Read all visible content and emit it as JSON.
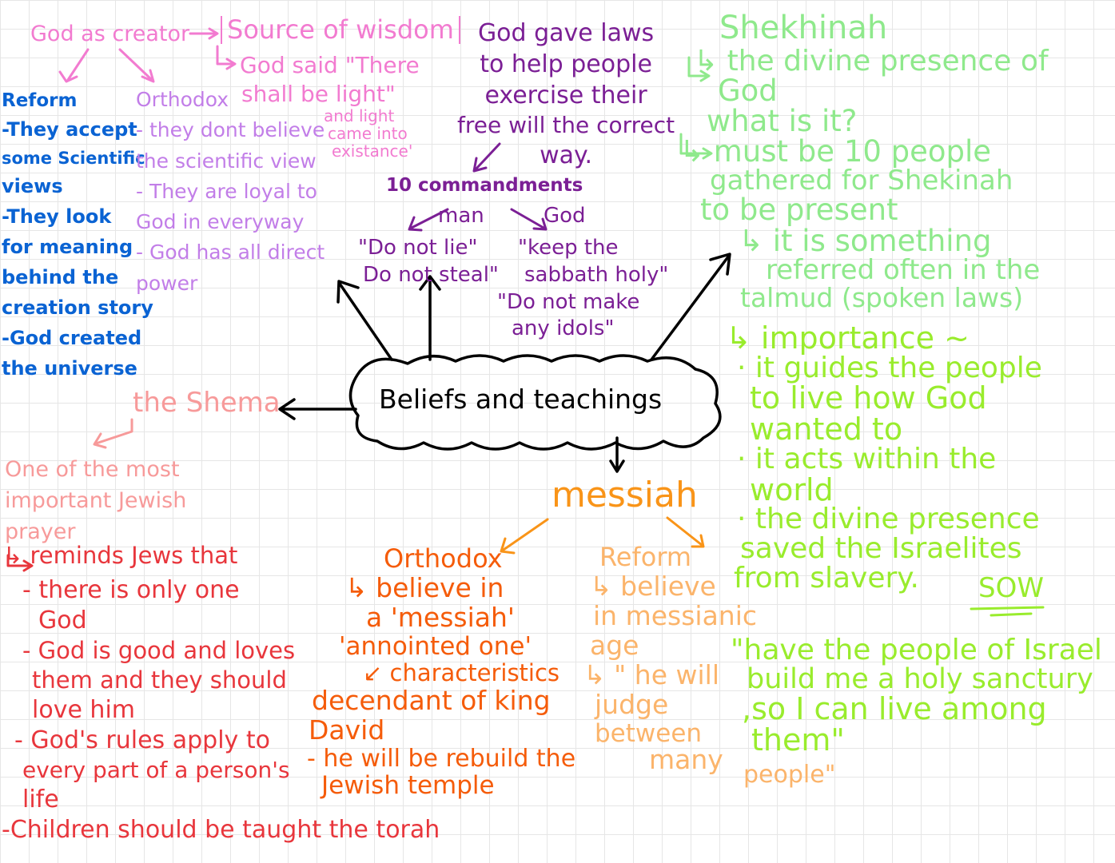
{
  "colors": {
    "pink": "#f27bd0",
    "purple_light": "#c27ee8",
    "purple_dark": "#7b1f95",
    "blue": "#0a63d3",
    "salmon": "#f79a9a",
    "red": "#e8363c",
    "orange_dark": "#f55c0a",
    "orange": "#f99418",
    "orange_light": "#fbb46b",
    "green_light": "#8fe98c",
    "green_lime": "#99ec2d",
    "black": "#000000"
  },
  "center": {
    "label": "Beliefs and teachings"
  },
  "creator": {
    "title": "God as creator",
    "wisdom": "Source of wisdom",
    "quote": [
      "God said \"There",
      "shall be light\"",
      "and light",
      "came into",
      "existance'"
    ]
  },
  "reform_left": {
    "title": "Reform",
    "lines": [
      "-They accept",
      "some Scientific",
      "views",
      "-They look",
      "for meaning",
      "behind the",
      "creation story",
      "-God created",
      "the universe"
    ]
  },
  "orthodox_left": {
    "title": "Orthodox",
    "lines": [
      "- they dont believe",
      "the scientific view",
      "- They are loyal to",
      "God in everyway",
      "- God has all direct",
      "power"
    ]
  },
  "laws": {
    "lines": [
      "God gave laws",
      "to help people",
      "exercise their",
      "free will the correct",
      "way."
    ],
    "commandments": "10 commandments",
    "man": "man",
    "god": "God",
    "man_quotes": [
      "\"Do not lie\"",
      "Do not steal\""
    ],
    "god_quotes": [
      "\"keep the",
      "sabbath holy\"",
      "\"Do not make",
      "any idols\""
    ]
  },
  "shekhinah": {
    "title": "Shekhinah",
    "lines": [
      "↳ the divine presence of",
      "God",
      "what is it?",
      "↳ must be 10 people",
      "gathered for Shekinah",
      "to be present",
      "↳ it is something",
      "referred often in the",
      "talmud (spoken laws)"
    ],
    "importance": "↳ importance ~",
    "importance_lines": [
      "· it guides the people",
      "to live how God",
      "wanted to",
      "· it acts within the",
      "world",
      "· the divine presence",
      "saved the Israelites",
      "from slavery."
    ],
    "source": "SOW",
    "quote": [
      "\"have the people of Israel",
      "build me a holy sanctury",
      ",so I can live among",
      "them\""
    ],
    "quote_end": "people\""
  },
  "shema": {
    "title": "the Shema",
    "intro": [
      "One of the most",
      "important Jewish",
      "prayer"
    ],
    "reminds": "↳ reminds Jews that",
    "points": [
      "- there is only one",
      "God",
      "- God is good and loves",
      "them and they should",
      "love him",
      "- God's rules apply to",
      "every part of a person's",
      "life",
      "-Children should be taught the torah"
    ]
  },
  "messiah": {
    "title": "messiah",
    "orthodox": {
      "title": "Orthodox",
      "lines": [
        "↳ believe in",
        "a 'messiah'",
        "'annointed one'",
        "↙ characteristics",
        "decendant of king",
        "David",
        "- he will be rebuild the",
        "Jewish temple"
      ]
    },
    "reform": {
      "title": "Reform",
      "lines": [
        "↳ believe",
        "in messianic",
        "age",
        "↳ \" he will",
        "judge",
        "between",
        "many"
      ]
    }
  }
}
